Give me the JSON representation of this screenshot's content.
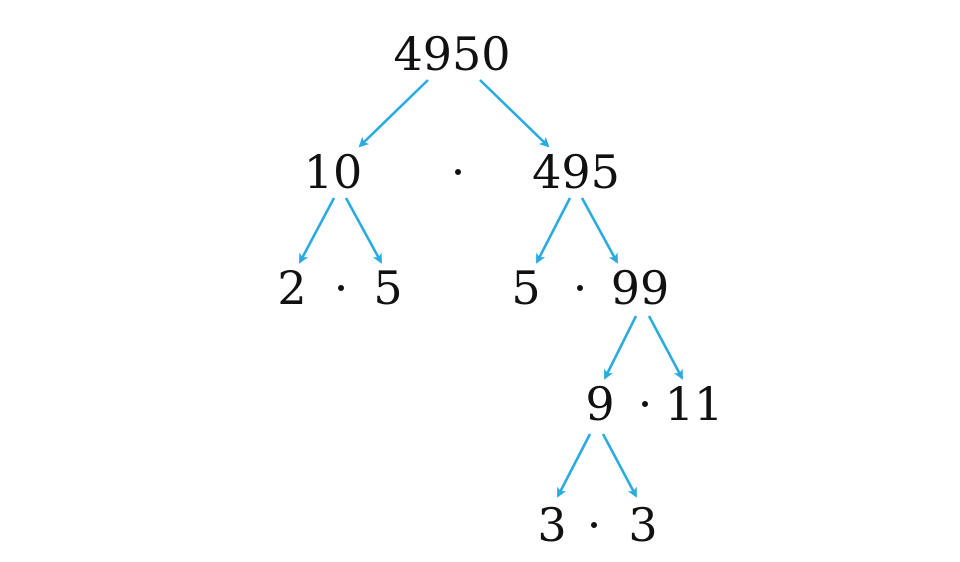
{
  "diagram": {
    "nodes": [
      {
        "id": "n4950",
        "label": "4950"
      },
      {
        "id": "n10",
        "label": "10"
      },
      {
        "id": "n495",
        "label": "495"
      },
      {
        "id": "n2",
        "label": "2"
      },
      {
        "id": "n5a",
        "label": "5"
      },
      {
        "id": "n5b",
        "label": "5"
      },
      {
        "id": "n99",
        "label": "99"
      },
      {
        "id": "n9",
        "label": "9"
      },
      {
        "id": "n11",
        "label": "11"
      },
      {
        "id": "n3a",
        "label": "3"
      },
      {
        "id": "n3b",
        "label": "3"
      }
    ],
    "edges": [
      {
        "from": "n4950",
        "to": "n10"
      },
      {
        "from": "n4950",
        "to": "n495"
      },
      {
        "from": "n10",
        "to": "n2"
      },
      {
        "from": "n10",
        "to": "n5a"
      },
      {
        "from": "n495",
        "to": "n5b"
      },
      {
        "from": "n495",
        "to": "n99"
      },
      {
        "from": "n99",
        "to": "n9"
      },
      {
        "from": "n99",
        "to": "n11"
      },
      {
        "from": "n9",
        "to": "n3a"
      },
      {
        "from": "n9",
        "to": "n3b"
      }
    ],
    "multiplication_symbol": "·",
    "colors": {
      "arrow": "#29abe2",
      "text": "#111111",
      "background": "#ffffff"
    }
  }
}
